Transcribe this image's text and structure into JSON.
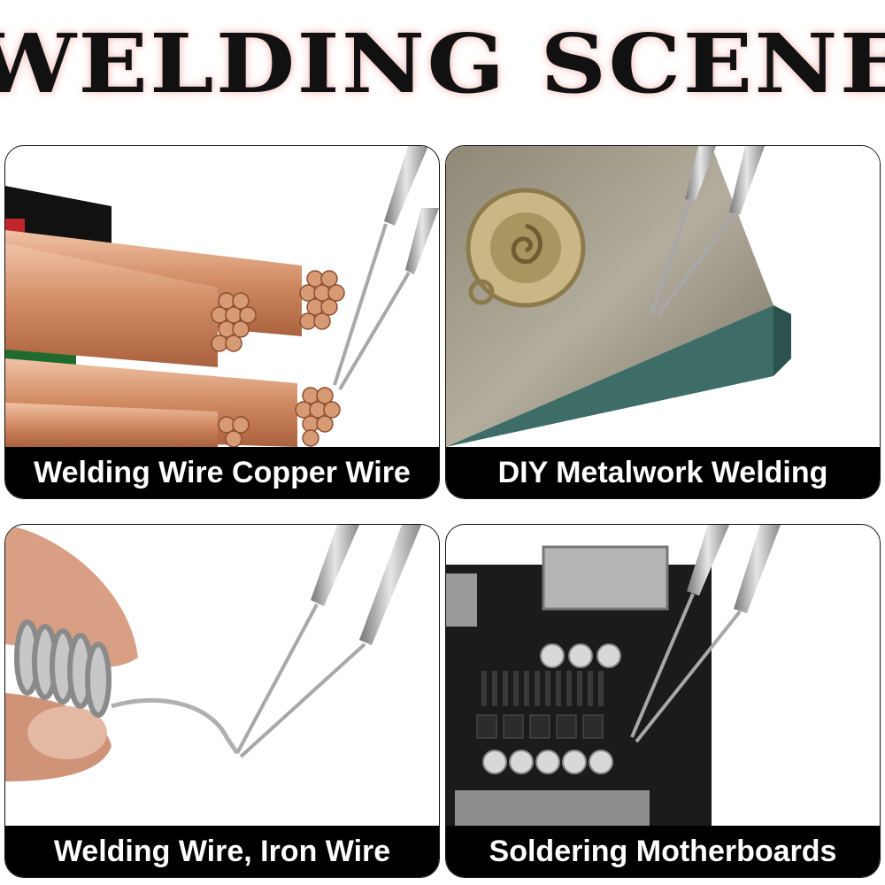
{
  "title": "WELDING SCENE",
  "panels": [
    {
      "caption": "Welding Wire Copper Wire",
      "icon": "copper-wire-bundle"
    },
    {
      "caption": "DIY Metalwork Welding",
      "icon": "metal-block"
    },
    {
      "caption": "Welding Wire, Iron Wire",
      "icon": "iron-wire-coil"
    },
    {
      "caption": "Soldering Motherboards",
      "icon": "motherboard"
    }
  ],
  "colors": {
    "title_glow": "#f3c4c0",
    "caption_bg": "#000000",
    "caption_text": "#ffffff",
    "copper": "#d9956f",
    "steel": "#b8b8b8",
    "board": "#1b1b1b"
  }
}
